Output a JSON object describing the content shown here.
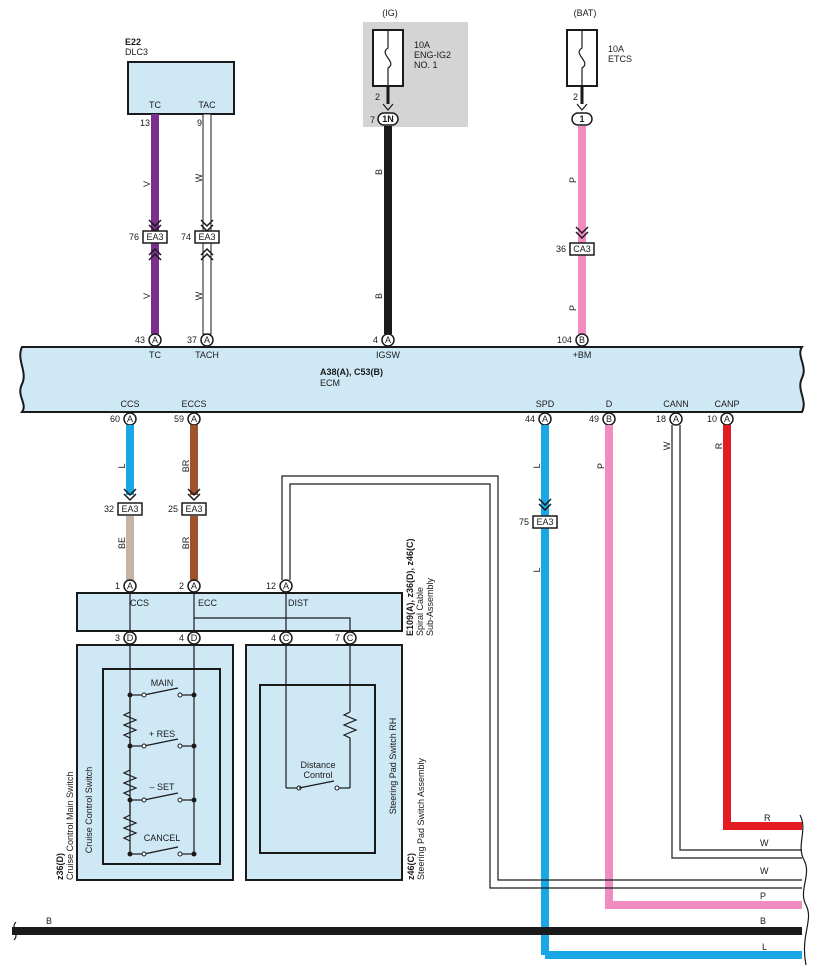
{
  "fuses": [
    {
      "supply": "(IG)",
      "rating": "10A",
      "name1": "ENG-IG2",
      "name2": "NO. 1",
      "pin": "2",
      "connector_pin": "7",
      "connector": "1N"
    },
    {
      "supply": "(BAT)",
      "rating": "10A",
      "name1": "ETCS",
      "name2": "",
      "pin": "2",
      "connector": "1"
    }
  ],
  "dlc3": {
    "code": "E22",
    "name": "DLC3",
    "pin_tc_label": "TC",
    "pin_tac_label": "TAC",
    "pin_tc": "13",
    "pin_tac": "9"
  },
  "ecm": {
    "title": "A38(A), C53(B)",
    "name": "ECM",
    "top_terminals": [
      {
        "pin": "43",
        "conn": "A",
        "label": "TC"
      },
      {
        "pin": "37",
        "conn": "A",
        "label": "TACH"
      },
      {
        "pin": "4",
        "conn": "A",
        "label": "IGSW"
      },
      {
        "pin": "104",
        "conn": "B",
        "label": "+BM"
      }
    ],
    "bottom_terminals": [
      {
        "pin": "60",
        "conn": "A",
        "label": "CCS"
      },
      {
        "pin": "59",
        "conn": "A",
        "label": "ECCS"
      },
      {
        "pin": "44",
        "conn": "A",
        "label": "SPD"
      },
      {
        "pin": "49",
        "conn": "B",
        "label": "D"
      },
      {
        "pin": "18",
        "conn": "A",
        "label": "CANN"
      },
      {
        "pin": "10",
        "conn": "A",
        "label": "CANP"
      }
    ]
  },
  "junctions": [
    {
      "pin": "76",
      "name": "EA3"
    },
    {
      "pin": "74",
      "name": "EA3"
    },
    {
      "pin": "36",
      "name": "CA3"
    },
    {
      "pin": "32",
      "name": "EA3"
    },
    {
      "pin": "25",
      "name": "EA3"
    },
    {
      "pin": "75",
      "name": "EA3"
    }
  ],
  "wire_colors": {
    "tc": "V",
    "tac": "W",
    "igsw": "B",
    "bm": "P",
    "ccs": "L",
    "eccs": "BR",
    "spd": "L",
    "d": "P",
    "cann": "W",
    "canp": "R",
    "ccs_lower": "BE",
    "eccs_lower": "BR",
    "spd_lower": "L"
  },
  "spiral": {
    "title1": "E109(A), z36(D), z46(C)",
    "title2": "Spiral Cable",
    "title3": "Sub-Assembly",
    "labels": [
      "CCS",
      "ECC",
      "DIST"
    ],
    "top_pins": [
      {
        "pin": "1",
        "conn": "A"
      },
      {
        "pin": "2",
        "conn": "A"
      },
      {
        "pin": "12",
        "conn": "A"
      }
    ],
    "bottom_pins": [
      {
        "pin": "3",
        "conn": "D"
      },
      {
        "pin": "4",
        "conn": "D"
      },
      {
        "pin": "4",
        "conn": "C"
      },
      {
        "pin": "7",
        "conn": "C"
      }
    ]
  },
  "cruise_switch": {
    "code": "z36(D)",
    "name": "Cruise Control Main Switch",
    "inner": "Cruise Control Switch",
    "switches": [
      "MAIN",
      "+ RES",
      "– SET",
      "CANCEL"
    ]
  },
  "pad_switch": {
    "code": "z46(C)",
    "name": "Steering Pad Switch Assembly",
    "inner": "Steering Pad Switch RH",
    "switch1": "Distance",
    "switch2": "Control"
  },
  "bus_labels": [
    "R",
    "W",
    "W",
    "P",
    "B",
    "L"
  ],
  "ground_label": "B",
  "colors": {
    "violet": "#7b2e8e",
    "black": "#1a1a1a",
    "pink": "#f08cc0",
    "blue": "#1aa7e6",
    "brown": "#a0522d",
    "beige": "#c4b4a4",
    "red": "#e31b23",
    "module": "#cfe8f6",
    "fuse_bg": "#d4d4d4"
  }
}
